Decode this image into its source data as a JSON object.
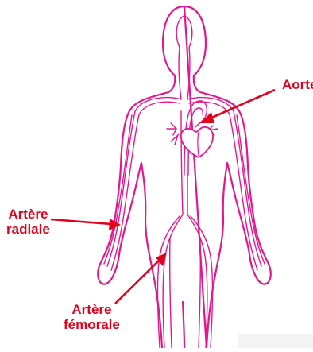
{
  "labels": {
    "aorte": "Aorte",
    "radiale_line1": "Artère",
    "radiale_line2": "radiale",
    "femorale_line1": "Artère",
    "femorale_line2": "fémorale"
  },
  "colors": {
    "body_outline": "#e2178f",
    "vessel": "#e2178f",
    "label_text": "#e3001b",
    "arrow": "#e3001b",
    "corner": "#f4f4f4"
  },
  "icons": {
    "heart": "heart-icon",
    "arrow": "arrow-pointer"
  }
}
